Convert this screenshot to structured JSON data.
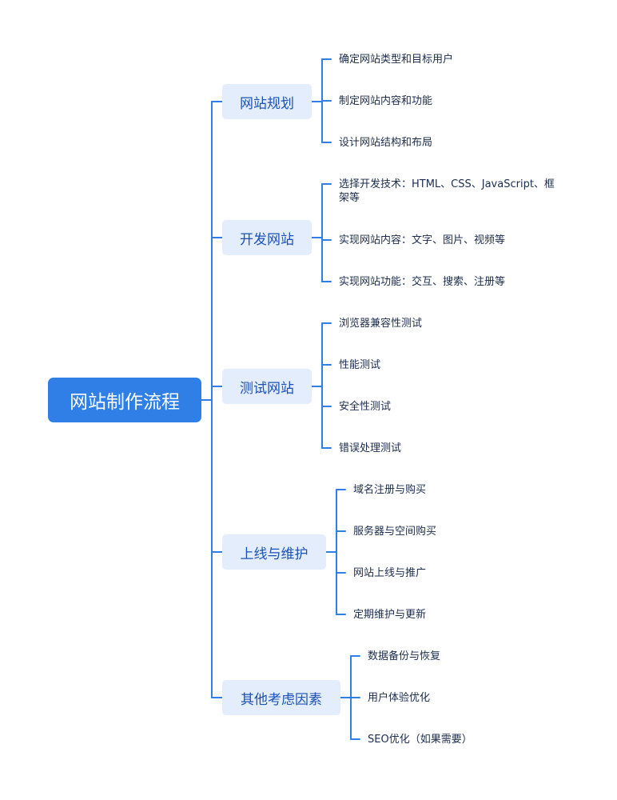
{
  "colors": {
    "accent": "#2f7fe6",
    "branch_background": "#e3edfb",
    "branch_text": "#1c52b8",
    "leaf_text": "#1b2c4d"
  },
  "mindmap": {
    "root": "网站制作流程",
    "branches": [
      {
        "label": "网站规划",
        "items": [
          "确定网站类型和目标用户",
          "制定网站内容和功能",
          "设计网站结构和布局"
        ]
      },
      {
        "label": "开发网站",
        "items": [
          "选择开发技术：HTML、CSS、JavaScript、框架等",
          "实现网站内容：文字、图片、视频等",
          "实现网站功能：交互、搜索、注册等"
        ]
      },
      {
        "label": "测试网站",
        "items": [
          "浏览器兼容性测试",
          "性能测试",
          "安全性测试",
          "错误处理测试"
        ]
      },
      {
        "label": "上线与维护",
        "items": [
          "域名注册与购买",
          "服务器与空间购买",
          "网站上线与推广",
          "定期维护与更新"
        ]
      },
      {
        "label": "其他考虑因素",
        "items": [
          "数据备份与恢复",
          "用户体验优化",
          "SEO优化（如果需要）"
        ]
      }
    ]
  }
}
